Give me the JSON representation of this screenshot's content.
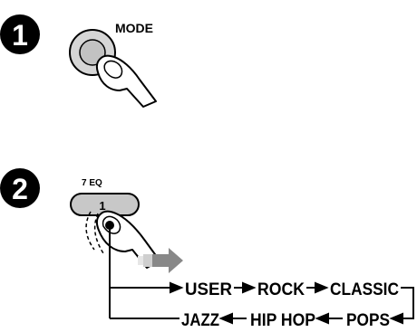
{
  "step1": {
    "number": "1",
    "button_label": "MODE"
  },
  "step2": {
    "number": "2",
    "button_top_label": "7  EQ",
    "button_face_label": "1",
    "cycle": {
      "top_row": [
        "USER",
        "ROCK",
        "CLASSIC"
      ],
      "bottom_row": [
        "JAZZ",
        "HIP HOP",
        "POPS"
      ]
    }
  },
  "colors": {
    "ink": "#000000",
    "button_fill": "#c8c8c8",
    "arrow_gray": "#888888"
  },
  "icons": [
    "press-finger-icon",
    "push-right-arrow-icon"
  ]
}
